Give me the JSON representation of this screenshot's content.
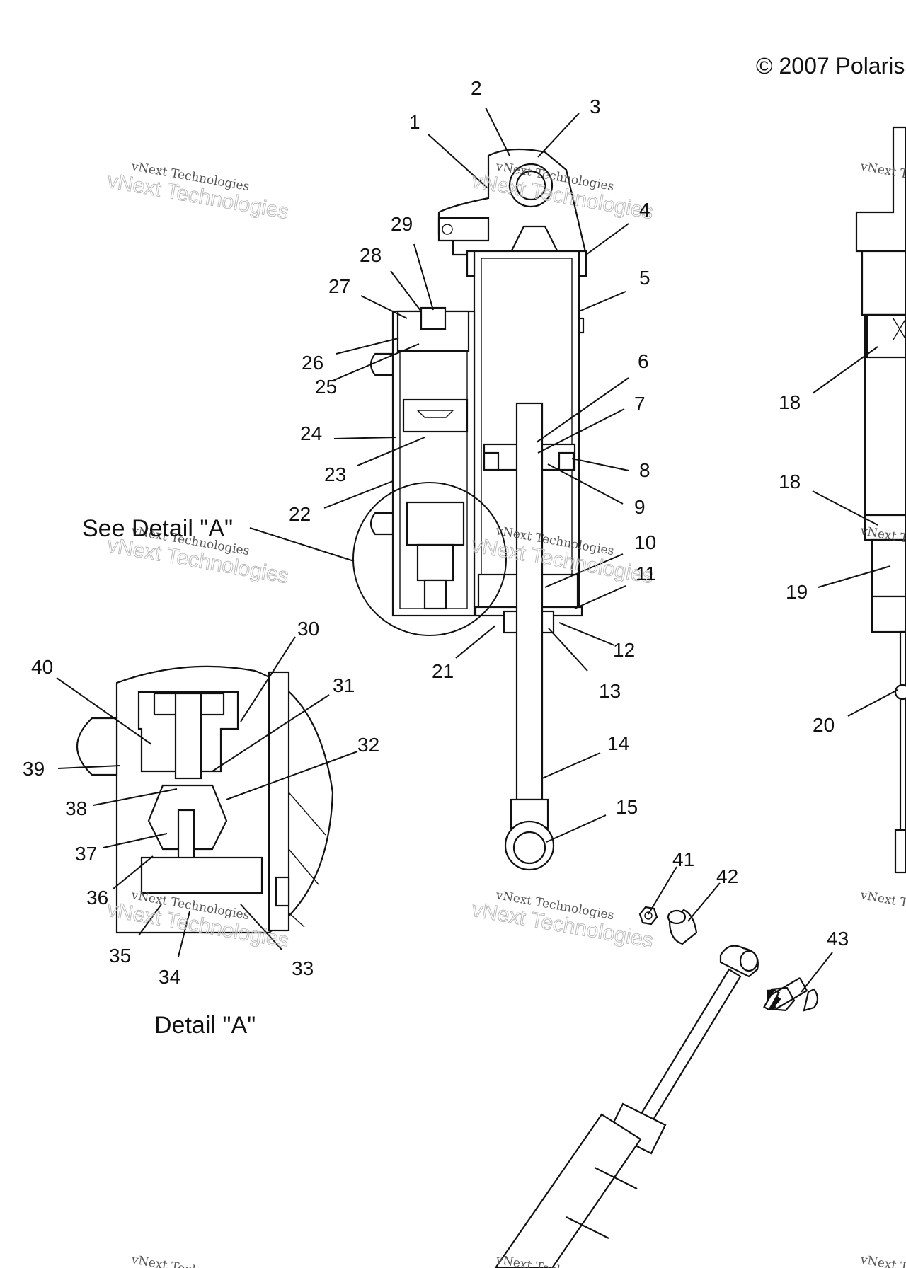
{
  "copyright": "© 2007 Polaris",
  "see_detail": "See Detail \"A\"",
  "detail_caption": "Detail \"A\"",
  "watermark": {
    "line1": "vNext Technologies",
    "line2": "vNext Technologies"
  },
  "callouts": [
    "1",
    "2",
    "3",
    "4",
    "5",
    "6",
    "7",
    "8",
    "9",
    "10",
    "11",
    "12",
    "13",
    "14",
    "15",
    "18",
    "18",
    "19",
    "20",
    "21",
    "22",
    "23",
    "24",
    "25",
    "26",
    "27",
    "28",
    "29",
    "30",
    "31",
    "32",
    "33",
    "34",
    "35",
    "36",
    "37",
    "38",
    "39",
    "40",
    "41",
    "42",
    "43"
  ]
}
